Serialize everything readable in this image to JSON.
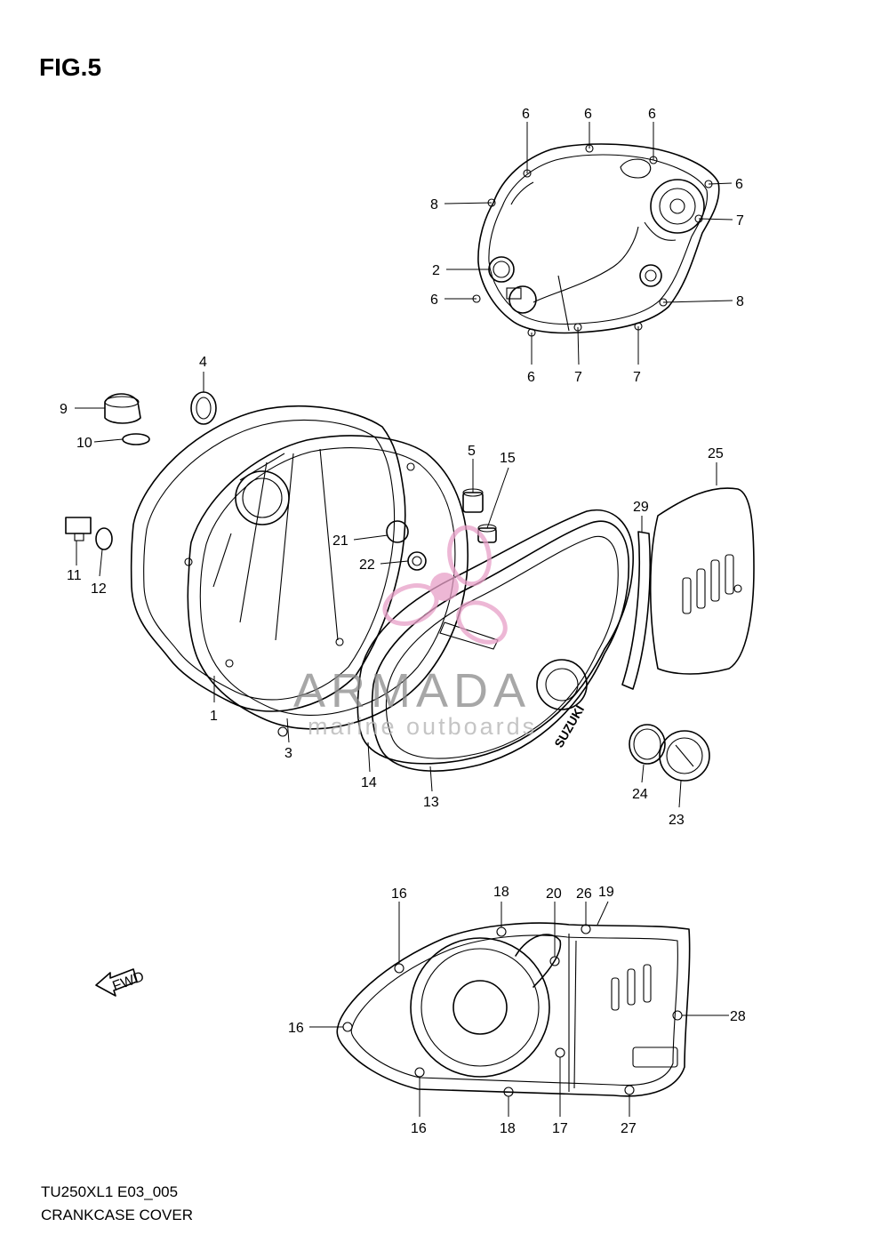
{
  "figure": {
    "title": "FIG.5",
    "code": "TU250XL1 E03_005",
    "name": "CRANKCASE COVER"
  },
  "direction_arrow": {
    "label": "FWD",
    "icon": "forward-arrow-icon"
  },
  "brand_text": "SUZUKI",
  "watermark": {
    "line1": "ARMADA",
    "line2": "marine outboards",
    "logo_color": "#e8a0c8",
    "text_color": "#8a8a8a"
  },
  "callouts": {
    "upper_cover": [
      {
        "id": "c-6a",
        "num": "6"
      },
      {
        "id": "c-6b",
        "num": "6"
      },
      {
        "id": "c-6c",
        "num": "6"
      },
      {
        "id": "c-6d",
        "num": "6"
      },
      {
        "id": "c-7a",
        "num": "7"
      },
      {
        "id": "c-8a",
        "num": "8"
      },
      {
        "id": "c-2",
        "num": "2"
      },
      {
        "id": "c-6e",
        "num": "6"
      },
      {
        "id": "c-8b",
        "num": "8"
      },
      {
        "id": "c-6f",
        "num": "6"
      },
      {
        "id": "c-7b",
        "num": "7"
      },
      {
        "id": "c-7c",
        "num": "7"
      }
    ],
    "middle_assembly": [
      {
        "id": "c-4",
        "num": "4"
      },
      {
        "id": "c-9",
        "num": "9"
      },
      {
        "id": "c-10",
        "num": "10"
      },
      {
        "id": "c-11",
        "num": "11"
      },
      {
        "id": "c-12",
        "num": "12"
      },
      {
        "id": "c-5",
        "num": "5"
      },
      {
        "id": "c-15",
        "num": "15"
      },
      {
        "id": "c-25",
        "num": "25"
      },
      {
        "id": "c-29",
        "num": "29"
      },
      {
        "id": "c-21",
        "num": "21"
      },
      {
        "id": "c-22",
        "num": "22"
      },
      {
        "id": "c-1",
        "num": "1"
      },
      {
        "id": "c-3",
        "num": "3"
      },
      {
        "id": "c-14",
        "num": "14"
      },
      {
        "id": "c-13",
        "num": "13"
      },
      {
        "id": "c-24",
        "num": "24"
      },
      {
        "id": "c-23",
        "num": "23"
      }
    ],
    "lower_cover": [
      {
        "id": "c-16a",
        "num": "16"
      },
      {
        "id": "c-18a",
        "num": "18"
      },
      {
        "id": "c-20",
        "num": "20"
      },
      {
        "id": "c-26",
        "num": "26"
      },
      {
        "id": "c-19",
        "num": "19"
      },
      {
        "id": "c-16b",
        "num": "16"
      },
      {
        "id": "c-28",
        "num": "28"
      },
      {
        "id": "c-16c",
        "num": "16"
      },
      {
        "id": "c-18b",
        "num": "18"
      },
      {
        "id": "c-17",
        "num": "17"
      },
      {
        "id": "c-27",
        "num": "27"
      }
    ]
  }
}
